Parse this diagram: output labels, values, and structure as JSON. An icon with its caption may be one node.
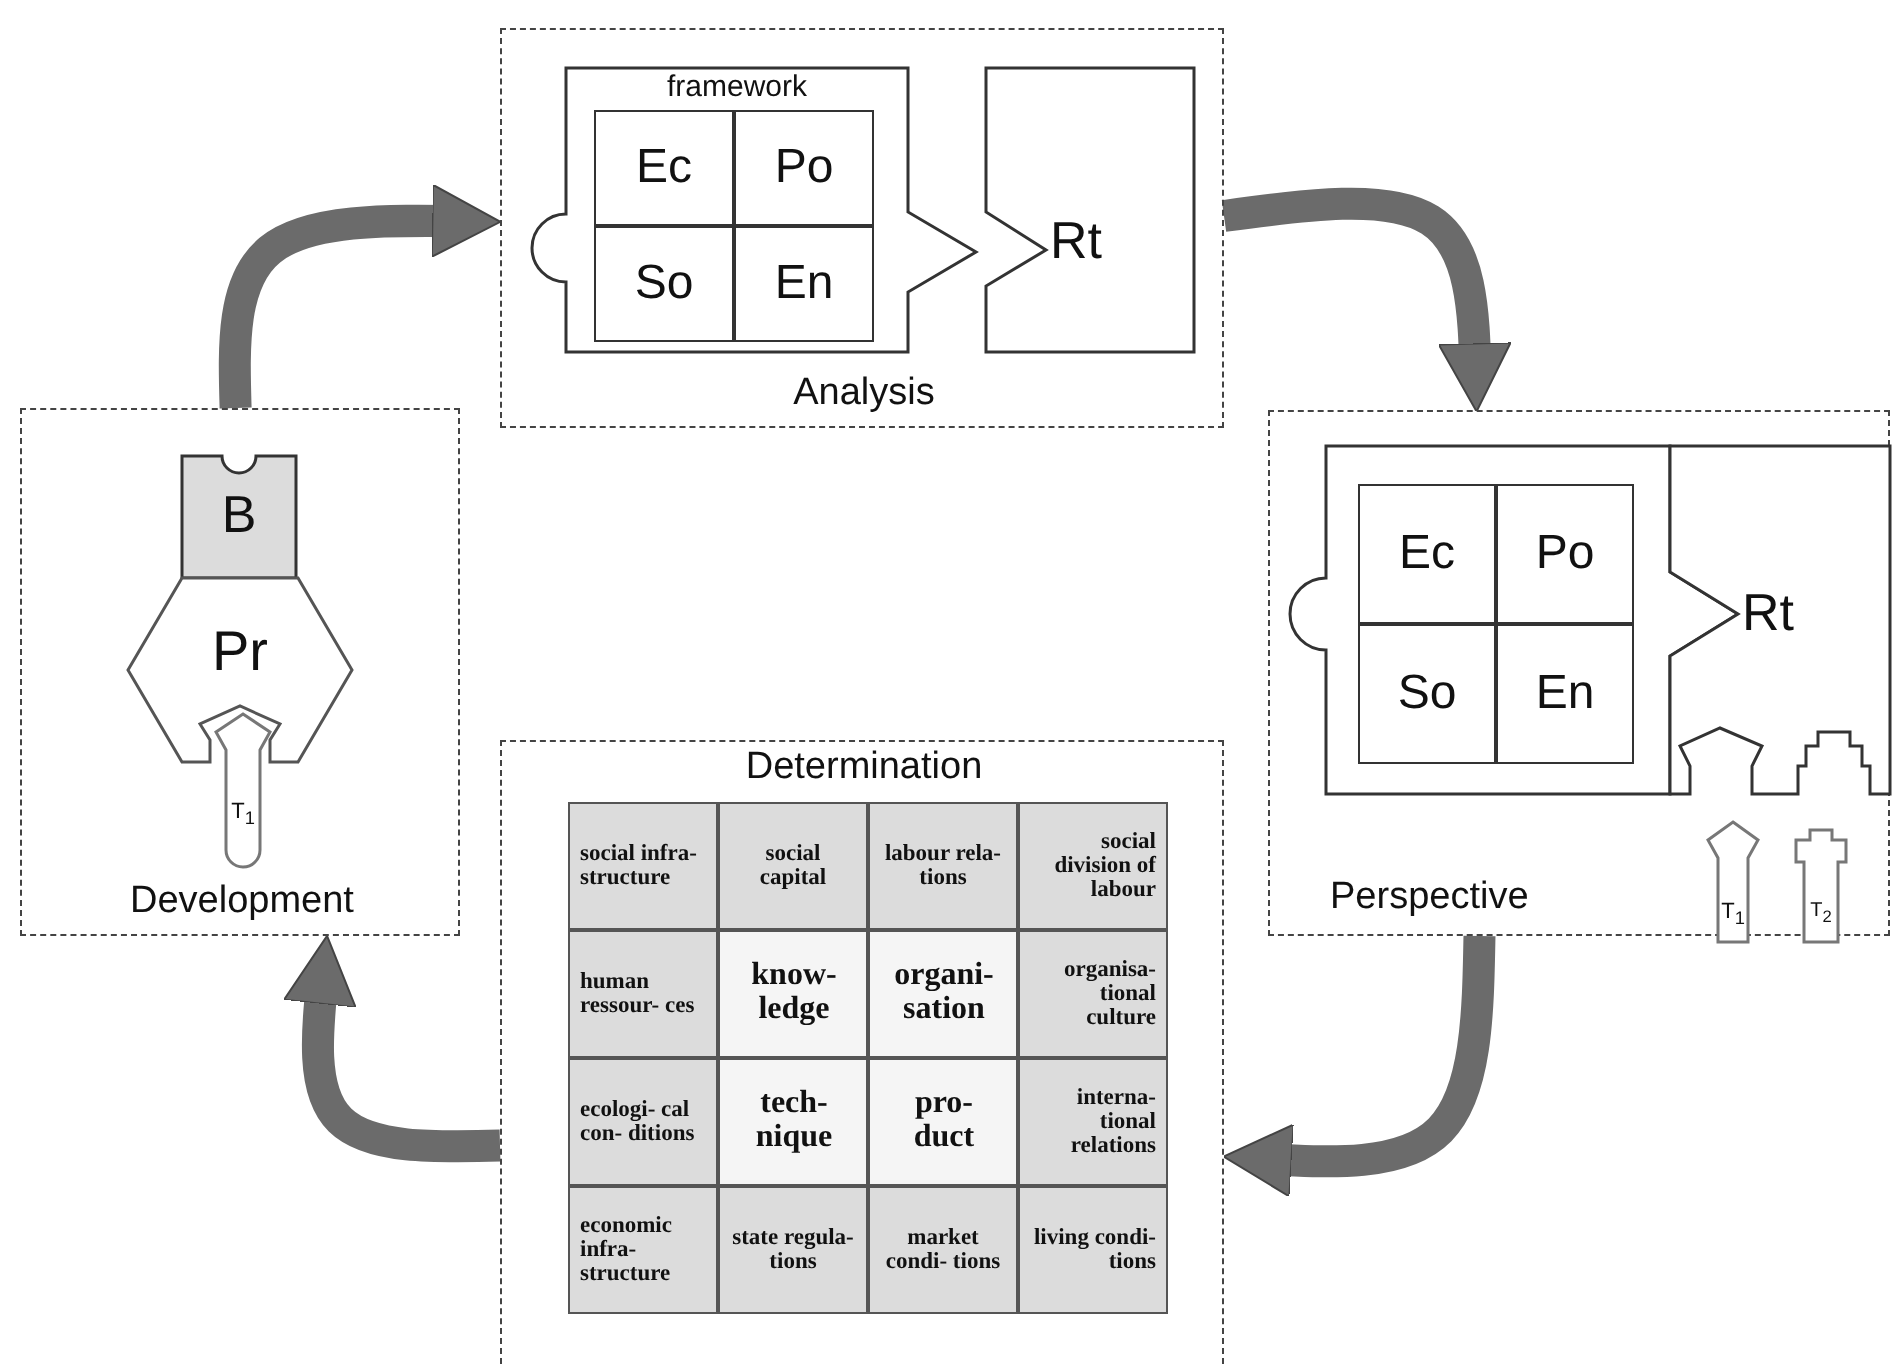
{
  "diagram": {
    "nodes": [
      {
        "text": [
          "Analysis"
        ]
      },
      {
        "text": [
          "framework"
        ],
        "in": 0
      },
      {
        "text": [
          "Ec"
        ],
        "in": 1
      },
      {
        "text": [
          "Po"
        ],
        "in": 1
      },
      {
        "text": [
          "So"
        ],
        "in": 1
      },
      {
        "text": [
          "En"
        ],
        "in": 1
      },
      {
        "text": [
          "Rt"
        ],
        "in": 0
      },
      {
        "text": [
          "Perspective"
        ]
      },
      {
        "text": [],
        "shape": "box",
        "in": 7
      },
      {
        "text": [
          "Ec"
        ],
        "in": 8
      },
      {
        "text": [
          "Po"
        ],
        "in": 8
      },
      {
        "text": [
          "So"
        ],
        "in": 8
      },
      {
        "text": [
          "En"
        ],
        "in": 8
      },
      {
        "text": [
          "Rt"
        ],
        "in": 7
      },
      {
        "text": [
          "T$_{1}$"
        ],
        "in": 7
      },
      {
        "text": [
          "T$_{2}$"
        ],
        "in": 7
      },
      {
        "text": [
          "Determination"
        ]
      },
      {
        "text": [
          "social infra- structure"
        ],
        "in": 16
      },
      {
        "text": [
          "social capital"
        ],
        "in": 16
      },
      {
        "text": [
          "labour rela- tions"
        ],
        "in": 16
      },
      {
        "text": [
          "social division of labour"
        ],
        "in": 16
      },
      {
        "text": [
          "human ressour- ces"
        ],
        "in": 16
      },
      {
        "text": [
          "know- ledge"
        ],
        "in": 16
      },
      {
        "text": [
          "organi- sation"
        ],
        "in": 16
      },
      {
        "text": [
          "organisa- tional culture"
        ],
        "in": 16
      },
      {
        "text": [
          "ecologi- cal con- ditions"
        ],
        "in": 16
      },
      {
        "text": [
          "tech- nique"
        ],
        "in": 16
      },
      {
        "text": [
          "pro- duct"
        ],
        "in": 16
      },
      {
        "text": [
          "interna- tional relations"
        ],
        "in": 16
      },
      {
        "text": [
          "economic infra- structure"
        ],
        "in": 16
      },
      {
        "text": [
          "state regula- tions"
        ],
        "in": 16
      },
      {
        "text": [
          "market condi- tions"
        ],
        "in": 16
      },
      {
        "text": [
          "living condi- tions"
        ],
        "in": 16
      },
      {
        "text": [
          "Development"
        ]
      },
      {
        "text": [
          "B"
        ],
        "in": 33
      },
      {
        "text": [
          "Pr"
        ],
        "in": 33
      },
      {
        "text": [
          "T$_{1}$"
        ],
        "in": 33
      }
    ],
    "edges": [
      {
        "from": 33,
        "to": 0,
        "arrow": "to"
      },
      {
        "from": 0,
        "to": 7,
        "arrow": "to"
      },
      {
        "from": 7,
        "to": 16,
        "arrow": "to"
      },
      {
        "from": 16,
        "to": 33,
        "arrow": "to"
      }
    ]
  }
}
